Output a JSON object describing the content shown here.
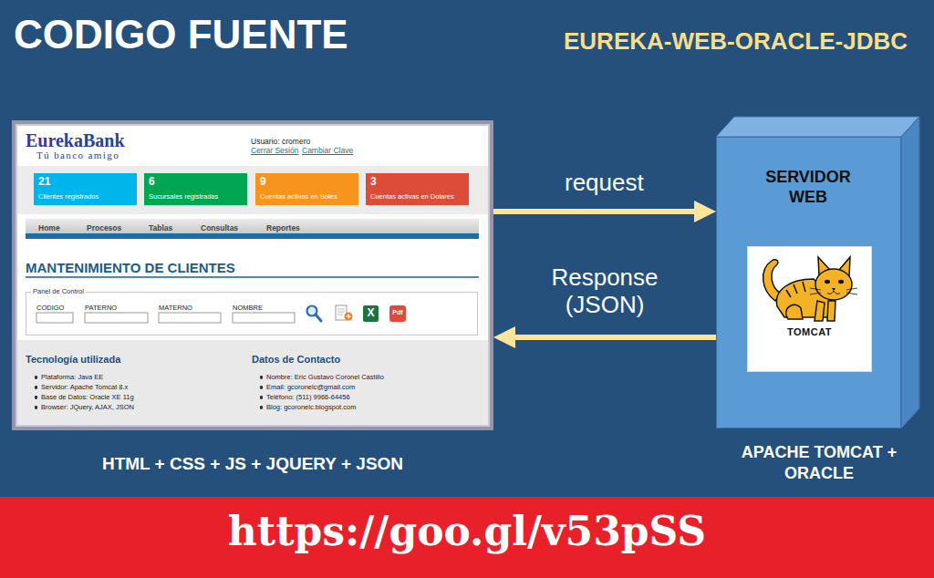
{
  "diagram": {
    "title": "CODIGO FUENTE",
    "nodes": [
      {
        "text": [
          "HTML + CSS + JS + JQUERY + JSON"
        ]
      },
      {
        "text": [
          "21",
          "Clientes registrados"
        ],
        "in": 0
      },
      {
        "text": [
          "6",
          "Sucursales registradas"
        ],
        "in": 0
      },
      {
        "text": [
          "9",
          "Cuentas activas en Soles"
        ],
        "in": 0
      },
      {
        "text": [
          "3",
          "Cuentas activas en Dolares"
        ],
        "in": 0
      },
      {
        "text": [
          "Panel de Control"
        ],
        "in": 0
      },
      {
        "text": [
          "SERVIDOR WEB",
          "APACHE TOMCAT + ORACLE"
        ]
      },
      {
        "text": [
          "TOMCAT"
        ],
        "in": 6
      },
      {
        "text": [
          "https://goo.gl/v53pSS"
        ]
      }
    ],
    "edges": [
      {
        "from": 0,
        "to": 6,
        "label": "request",
        "arrow": "to"
      },
      {
        "from": 6,
        "to": 0,
        "label": "Response (JSON)",
        "arrow": "to"
      }
    ],
    "labels": [
      "EUREKA-WEB-ORACLE-JDBC",
      "EurekaBank",
      "Tú banco amigo",
      "Usuario: cromero",
      "Cerrar Sesión",
      "Cambiar Clave",
      "Home",
      "Procesos",
      "Tablas",
      "Consultas",
      "Reportes",
      "MANTENIMIENTO DE CLIENTES",
      "CODIGO",
      "PATERNO",
      "MATERNO",
      "NOMBRE",
      "X",
      "Pdf",
      "Tecnología utilizada",
      "Plataforma: Java EE",
      "Servidor: Apache Tomcat 8.x",
      "Base de Datos: Oracle XE 11g",
      "Browser: JQuery, AJAX, JSON",
      "Datos de Contacto",
      "Nombre: Eric Gustavo Coronel Castillo",
      "Email: gcoronelc@gmail.com",
      "Teléfono: (511) 9966-64456",
      "Blog: gcoronelc.blogspot.com"
    ]
  }
}
